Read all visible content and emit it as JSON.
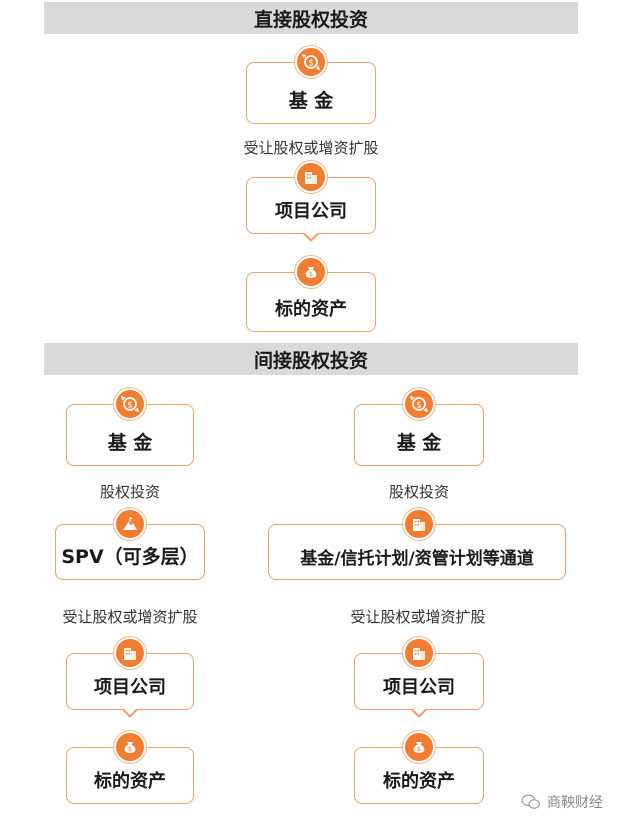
{
  "direct": {
    "title": "直接股权投资",
    "node1": "基 金",
    "edge1": "受让股权或增资扩股",
    "node2": "项目公司",
    "node3": "标的资产"
  },
  "indirect": {
    "title": "间接股权投资",
    "left": {
      "node1": "基 金",
      "edge1": "股权投资",
      "node2": "SPV（可多层）",
      "edge2": "受让股权或增资扩股",
      "node3": "项目公司",
      "node4": "标的资产"
    },
    "right": {
      "node1": "基 金",
      "edge1": "股权投资",
      "node2": "基金/信托计划/资管计划等通道",
      "edge2": "受让股权或增资扩股",
      "node3": "项目公司",
      "node4": "标的资产"
    }
  },
  "watermark": {
    "text": "商鞅财经"
  },
  "colors": {
    "accent": "#f27d2e",
    "border": "#f0a06a",
    "header_bg": "#d9d9d9"
  },
  "icons": [
    "money-cycle-icon",
    "building-icon",
    "money-bag-icon",
    "mountain-flag-icon"
  ]
}
